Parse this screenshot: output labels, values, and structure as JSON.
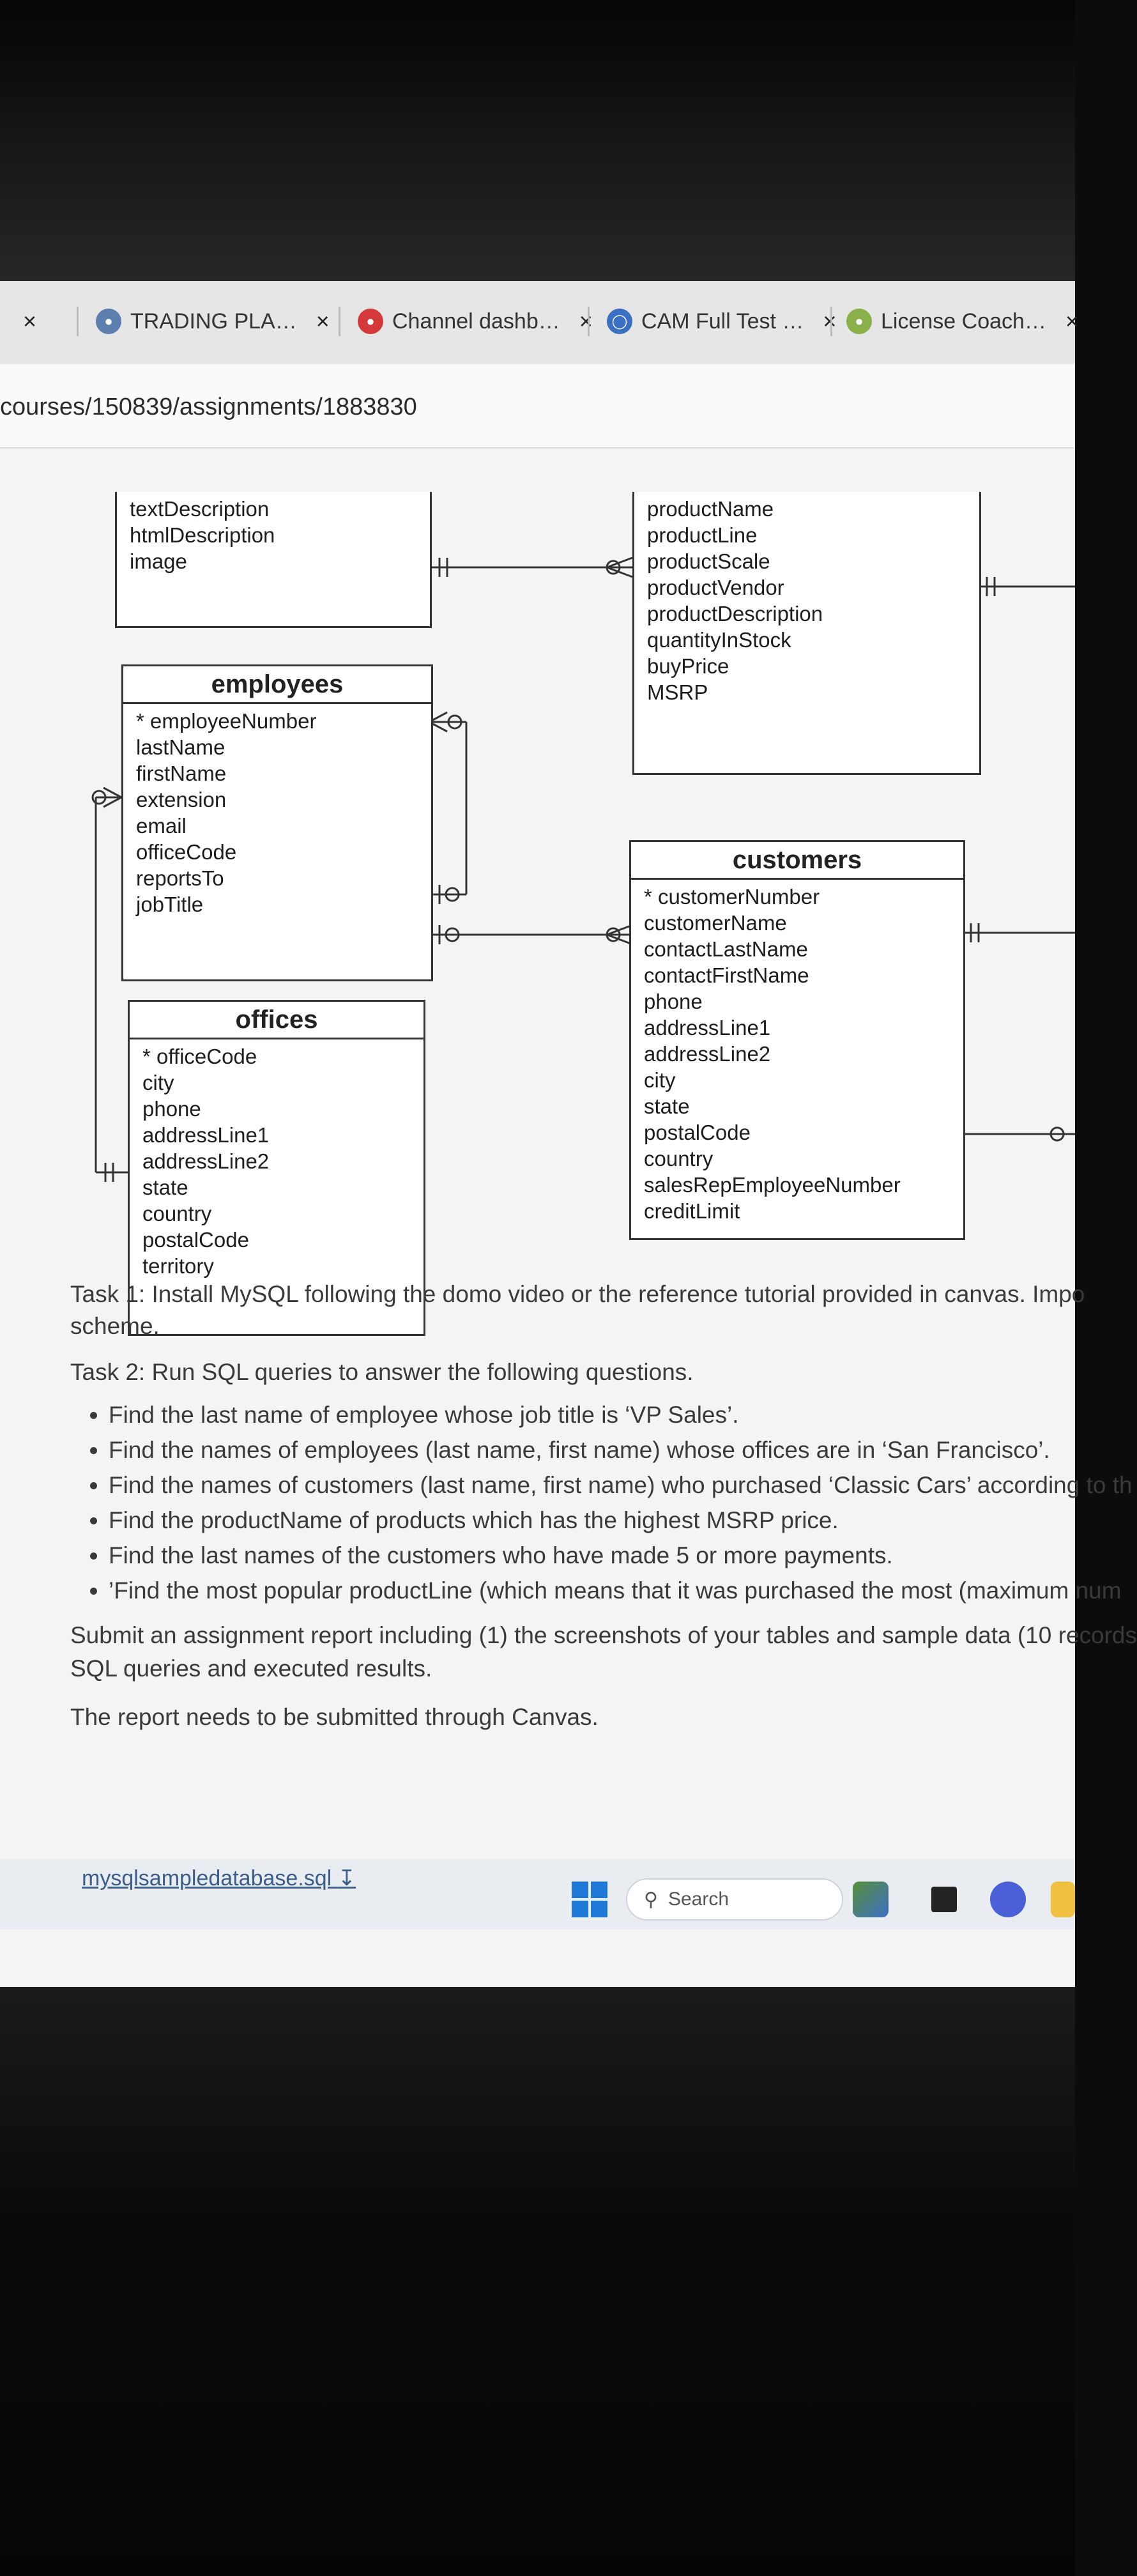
{
  "browser": {
    "tabs": [
      {
        "label": "TRADING PLA…",
        "icon": "globe-icon",
        "close": "×"
      },
      {
        "label": "Channel dashb…",
        "icon": "record-icon",
        "close": "×"
      },
      {
        "label": "CAM Full Test …",
        "icon": "circle-icon",
        "close": "×"
      },
      {
        "label": "License Coach…",
        "icon": "coach-icon",
        "close": "×"
      }
    ],
    "first_tab_close": "×",
    "url": "courses/150839/assignments/1883830"
  },
  "erd": {
    "top_left_fields": [
      "textDescription",
      "htmlDescription",
      "image"
    ],
    "products_fields": [
      "productName",
      "productLine",
      "productScale",
      "productVendor",
      "productDescription",
      "quantityInStock",
      "buyPrice",
      "MSRP"
    ],
    "employees": {
      "title": "employees",
      "fields": [
        "* employeeNumber",
        "lastName",
        "firstName",
        "extension",
        "email",
        "officeCode",
        "reportsTo",
        "jobTitle"
      ]
    },
    "offices": {
      "title": "offices",
      "fields": [
        "* officeCode",
        "city",
        "phone",
        "addressLine1",
        "addressLine2",
        "state",
        "country",
        "postalCode",
        "territory"
      ]
    },
    "customers": {
      "title": "customers",
      "fields": [
        "* customerNumber",
        "customerName",
        "contactLastName",
        "contactFirstName",
        "phone",
        "addressLine1",
        "addressLine2",
        "city",
        "state",
        "postalCode",
        "country",
        "salesRepEmployeeNumber",
        "creditLimit"
      ]
    }
  },
  "assignment": {
    "task1": "Task 1: Install MySQL following the domo video or the reference tutorial provided in canvas. Impo",
    "task1_cont": "scheme.",
    "task2": "Task 2: Run SQL queries to answer the following questions.",
    "questions": [
      "Find the last name of employee whose job title is ‘VP Sales’.",
      "Find the names of employees (last name, first name) whose offices are in ‘San Francisco’.",
      "Find the names of customers (last name, first name) who purchased ‘Classic Cars’ according to th",
      "Find the productName of products which has the highest MSRP price.",
      "Find the last names of the customers who have made 5 or more payments.",
      "’Find the most popular productLine (which means that it was purchased the most (maximum num"
    ],
    "submit": "Submit an assignment report including (1) the screenshots of your tables and sample data (10 records",
    "submit_cont": "SQL queries and executed results.",
    "report_note": "The report needs to be submitted through Canvas.",
    "file_link": "mysqlsampledatabase.sql"
  },
  "taskbar": {
    "search_placeholder": "Search",
    "icons": [
      "windows-start-icon",
      "search-icon",
      "widgets-icon",
      "file-explorer-icon",
      "chat-icon",
      "folder-icon"
    ]
  },
  "colors": {
    "windows_blue": "#1e78d7",
    "link": "#3a5d8a"
  }
}
